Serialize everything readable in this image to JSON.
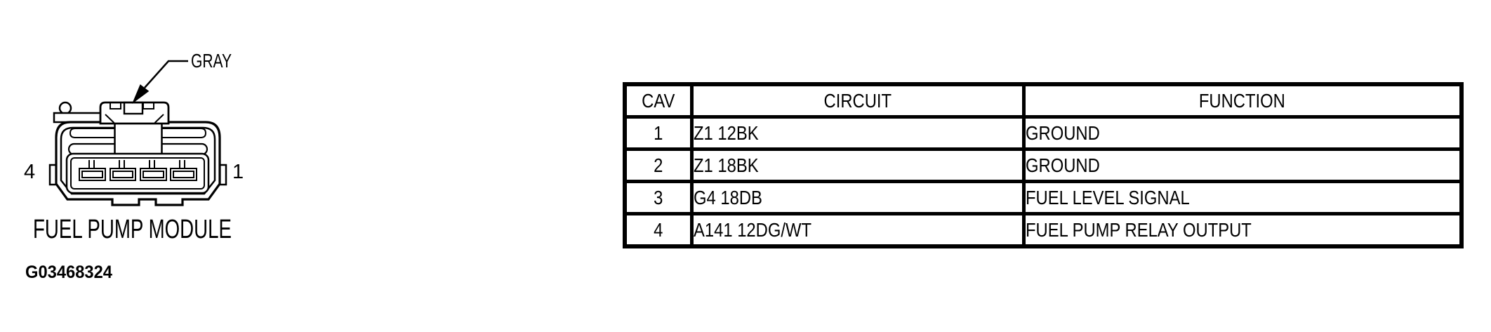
{
  "diagram": {
    "connector_color_label": "GRAY",
    "pin_left": "4",
    "pin_right": "1",
    "caption": "FUEL PUMP MODULE",
    "figure_id": "G03468324",
    "terminal_count": 4
  },
  "table": {
    "headers": [
      "CAV",
      "CIRCUIT",
      "FUNCTION"
    ],
    "rows": [
      {
        "cav": "1",
        "circuit": "Z1 12BK",
        "function": "GROUND"
      },
      {
        "cav": "2",
        "circuit": "Z1 18BK",
        "function": "GROUND"
      },
      {
        "cav": "3",
        "circuit": "G4 18DB",
        "function": "FUEL LEVEL SIGNAL"
      },
      {
        "cav": "4",
        "circuit": "A141 12DG/WT",
        "function": "FUEL PUMP RELAY OUTPUT"
      }
    ]
  },
  "colors": {
    "line": "#000000",
    "background": "#ffffff"
  }
}
